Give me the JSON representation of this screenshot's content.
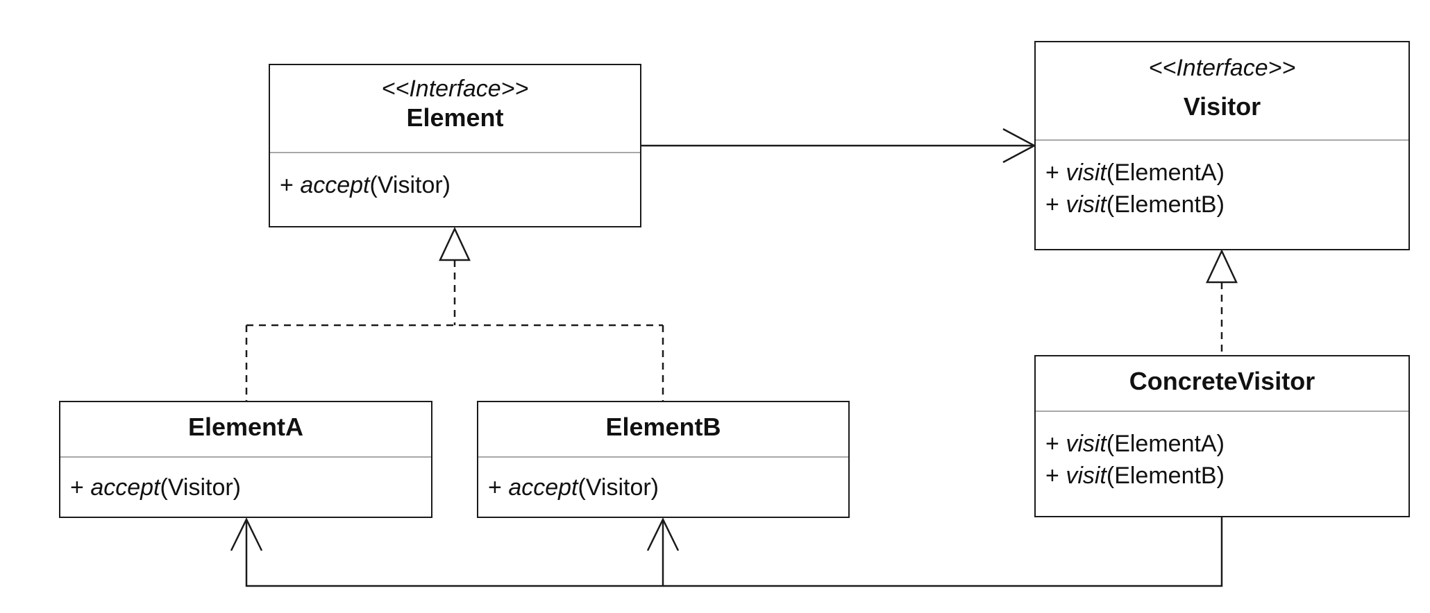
{
  "classes": {
    "element": {
      "stereotype": "<<Interface>>",
      "name": "Element",
      "ops": [
        {
          "prefix": "+ ",
          "name": "accept",
          "args": "(Visitor)"
        }
      ]
    },
    "visitor": {
      "stereotype": "<<Interface>>",
      "name": "Visitor",
      "ops": [
        {
          "prefix": "+ ",
          "name": "visit",
          "args": "(ElementA)"
        },
        {
          "prefix": "+ ",
          "name": "visit",
          "args": "(ElementB)"
        }
      ]
    },
    "element_a": {
      "name": "ElementA",
      "ops": [
        {
          "prefix": "+ ",
          "name": "accept",
          "args": "(Visitor)"
        }
      ]
    },
    "element_b": {
      "name": "ElementB",
      "ops": [
        {
          "prefix": "+ ",
          "name": "accept",
          "args": "(Visitor)"
        }
      ]
    },
    "concrete_visitor": {
      "name": "ConcreteVisitor",
      "ops": [
        {
          "prefix": "+ ",
          "name": "visit",
          "args": "(ElementA)"
        },
        {
          "prefix": "+ ",
          "name": "visit",
          "args": "(ElementB)"
        }
      ]
    }
  },
  "relations": [
    {
      "from": "Element",
      "to": "Visitor",
      "kind": "association"
    },
    {
      "from": "ElementA",
      "to": "Element",
      "kind": "realization"
    },
    {
      "from": "ElementB",
      "to": "Element",
      "kind": "realization"
    },
    {
      "from": "ConcreteVisitor",
      "to": "Visitor",
      "kind": "realization"
    },
    {
      "from": "ConcreteVisitor",
      "to": "ElementA",
      "kind": "association"
    },
    {
      "from": "ConcreteVisitor",
      "to": "ElementB",
      "kind": "association"
    }
  ],
  "colors": {
    "line": "#1a1a1a",
    "separator": "#a8a8a8",
    "background": "#ffffff"
  }
}
